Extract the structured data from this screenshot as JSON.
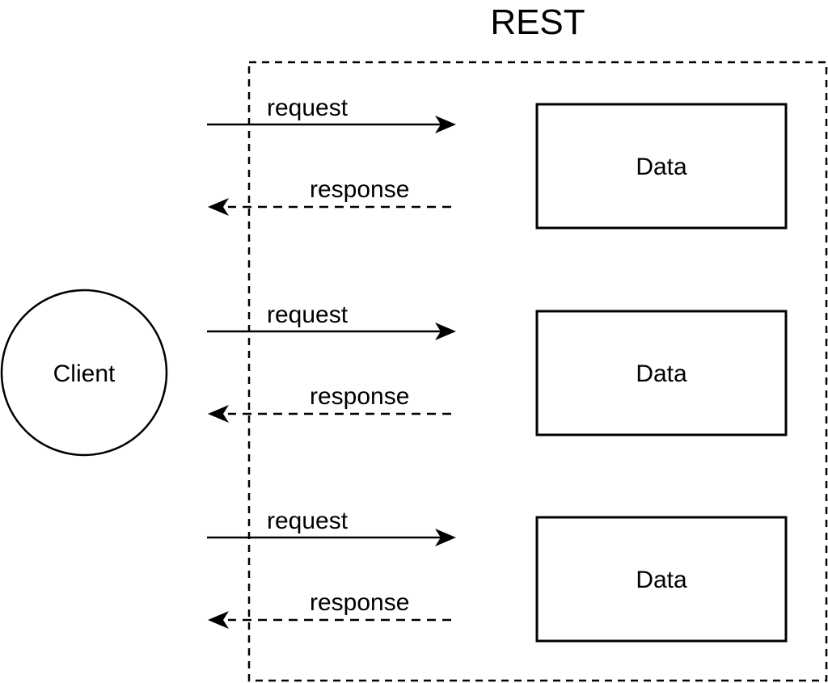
{
  "diagram": {
    "title": "REST",
    "client": {
      "label": "Client"
    },
    "flows": [
      {
        "request_label": "request",
        "response_label": "response",
        "data_label": "Data"
      },
      {
        "request_label": "request",
        "response_label": "response",
        "data_label": "Data"
      },
      {
        "request_label": "request",
        "response_label": "response",
        "data_label": "Data"
      }
    ],
    "colors": {
      "stroke": "#000000",
      "background": "#ffffff"
    }
  }
}
